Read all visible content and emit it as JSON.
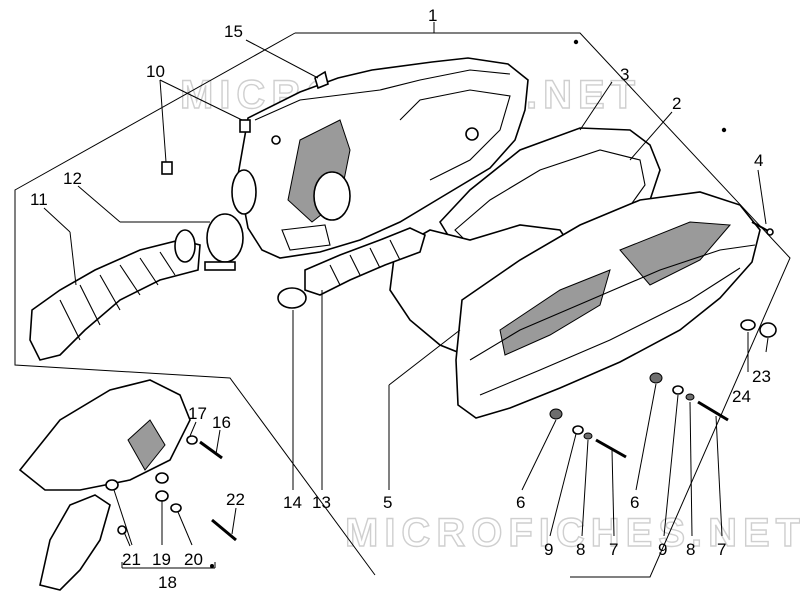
{
  "watermarks": [
    "MICROFICHES.NET",
    "MICROFICHES.NET"
  ],
  "callouts": {
    "c1": "1",
    "c2": "2",
    "c3": "3",
    "c4": "4",
    "c5": "5",
    "c6a": "6",
    "c6b": "6",
    "c7a": "7",
    "c7b": "7",
    "c8a": "8",
    "c8b": "8",
    "c9a": "9",
    "c9b": "9",
    "c10": "10",
    "c11": "11",
    "c12": "12",
    "c13": "13",
    "c14": "14",
    "c15": "15",
    "c16": "16",
    "c17": "17",
    "c18": "18",
    "c19": "19",
    "c20": "20",
    "c21": "21",
    "c22": "22",
    "c23": "23",
    "c24": "24"
  },
  "colors": {
    "line": "#000000",
    "shade": "#9a9a9a",
    "watermark": "#cfcfcf"
  }
}
